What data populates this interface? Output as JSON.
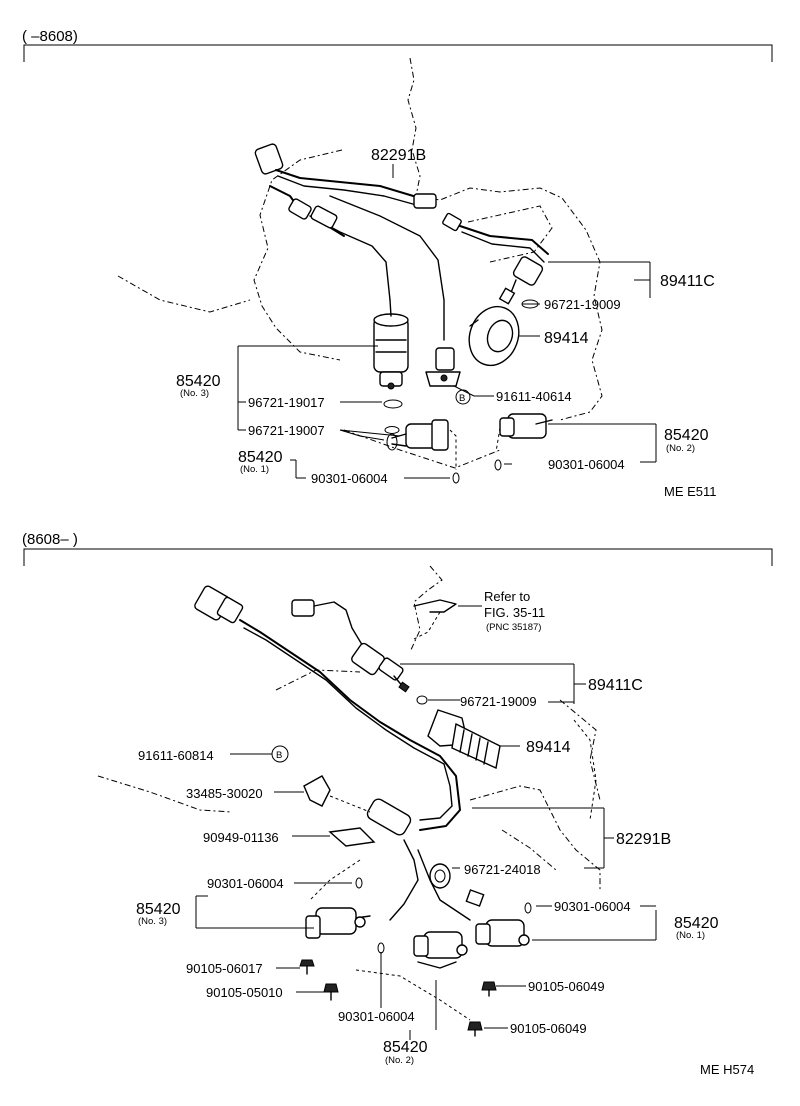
{
  "top": {
    "range_label": "(       –8608)",
    "parts": {
      "p82291B": "82291B",
      "p89411C": "89411C",
      "p96721_19009": "96721-19009",
      "p89414": "89414",
      "p85420_no3": "85420",
      "no3": "(No. 3)",
      "p96721_19017": "96721-19017",
      "p91611_40614": "91611-40614",
      "p96721_19007": "96721-19007",
      "p85420_no2": "85420",
      "no2": "(No. 2)",
      "p85420_no1": "85420",
      "no1": "(No. 1)",
      "p90301_06004_a": "90301-06004",
      "p90301_06004_b": "90301-06004"
    },
    "b_symbol": "B",
    "code": "ME  E511"
  },
  "bottom": {
    "range_label": "(8608–        )",
    "parts": {
      "refer_to": "Refer to",
      "fig": "FIG. 35-11",
      "pnc": "(PNC 35187)",
      "p89411C": "89411C",
      "p96721_19009": "96721-19009",
      "p89414": "89414",
      "p91611_60814": "91611-60814",
      "p33485_30020": "33485-30020",
      "p82291B": "82291B",
      "p90949_01136": "90949-01136",
      "p96721_24018": "96721-24018",
      "p90301_06004_a": "90301-06004",
      "p90301_06004_b": "90301-06004",
      "p85420_no3": "85420",
      "no3": "(No. 3)",
      "p85420_no1": "85420",
      "no1": "(No. 1)",
      "p90105_06017": "90105-06017",
      "p90105_05010": "90105-05010",
      "p90105_06049_a": "90105-06049",
      "p90301_06004_c": "90301-06004",
      "p90105_06049_b": "90105-06049",
      "p85420_no2": "85420",
      "no2": "(No. 2)"
    },
    "b_symbol": "B",
    "code": "ME  H574"
  }
}
